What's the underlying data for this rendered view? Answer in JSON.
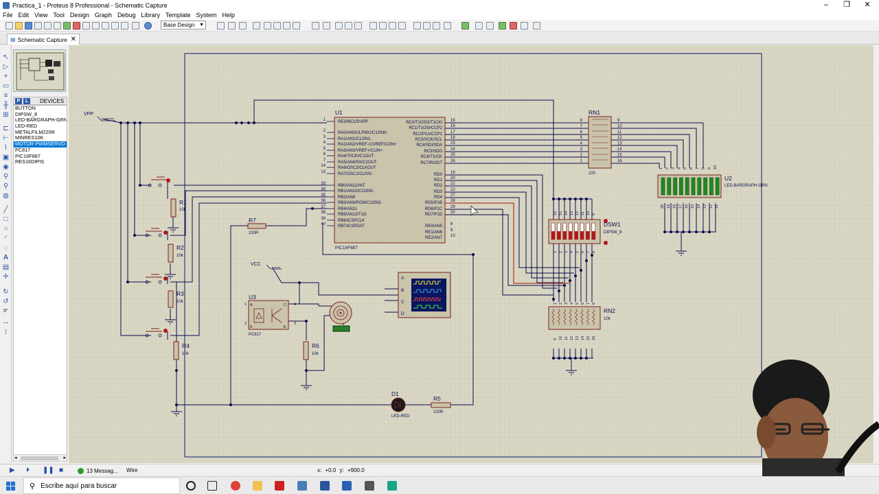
{
  "window": {
    "title": "Practica_1 - Proteus 8 Professional - Schematic Capture"
  },
  "menu": [
    "File",
    "Edit",
    "View",
    "Tool",
    "Design",
    "Graph",
    "Debug",
    "Library",
    "Template",
    "System",
    "Help"
  ],
  "toolbar": {
    "design_select": "Base Design"
  },
  "tab": {
    "label": "Schematic Capture",
    "close": "✕"
  },
  "devices": {
    "header": "DEVICES",
    "pick_label": "P",
    "lib_label": "L",
    "items": [
      "BUTTON",
      "DIPSW_8",
      "LED-BARGRAPH-GRN",
      "LED-RED",
      "METALFILM220R",
      "MINRES10K",
      "MOTOR-PWMSERVO",
      "PC817",
      "PIC16F887",
      "RES16DIPIS"
    ],
    "selected": "MOTOR-PWMSERVO"
  },
  "left_tools": {
    "rotation": "0°"
  },
  "schematic": {
    "power_vpp": "VPP",
    "power_vcc": "VCC",
    "u1": {
      "ref": "U1",
      "part": "PIC16F887",
      "left_pins": [
        {
          "num": "1",
          "name": "RE3/MCLR/VPP"
        },
        {
          "num": "2",
          "name": "RA0/AN0/ULPWU/C12IN0-"
        },
        {
          "num": "3",
          "name": "RA1/AN1/C12IN1-"
        },
        {
          "num": "4",
          "name": "RA2/AN2/VREF-/CVREF/C2IN+"
        },
        {
          "num": "5",
          "name": "RA3/AN3/VREF+/C1IN+"
        },
        {
          "num": "6",
          "name": "RA4/T0CKI/C1OUT"
        },
        {
          "num": "7",
          "name": "RA5/AN4/SS/C2OUT"
        },
        {
          "num": "14",
          "name": "RA6/OSC2/CLKOUT"
        },
        {
          "num": "13",
          "name": "RA7/OSC1/CLKIN"
        },
        {
          "num": "33",
          "name": "RB0/AN12/INT"
        },
        {
          "num": "34",
          "name": "RB1/AN10/C12IN3-"
        },
        {
          "num": "35",
          "name": "RB2/AN8"
        },
        {
          "num": "36",
          "name": "RB3/AN9/PGM/C12IN2-"
        },
        {
          "num": "37",
          "name": "RB4/AN11"
        },
        {
          "num": "38",
          "name": "RB5/AN13/T1G"
        },
        {
          "num": "39",
          "name": "RB6/ICSPCLK"
        },
        {
          "num": "40",
          "name": "RB7/ICSPDAT"
        }
      ],
      "right_pins": [
        {
          "num": "15",
          "name": "RC0/T1OSO/T1CKI"
        },
        {
          "num": "16",
          "name": "RC1/T1OSI/CCP2"
        },
        {
          "num": "17",
          "name": "RC2/P1A/CCP1"
        },
        {
          "num": "18",
          "name": "RC3/SCK/SCL"
        },
        {
          "num": "23",
          "name": "RC4/SDI/SDA"
        },
        {
          "num": "24",
          "name": "RC5/SDO"
        },
        {
          "num": "25",
          "name": "RC6/TX/CK"
        },
        {
          "num": "26",
          "name": "RC7/RX/DT"
        },
        {
          "num": "19",
          "name": "RD0"
        },
        {
          "num": "20",
          "name": "RD1"
        },
        {
          "num": "21",
          "name": "RD2"
        },
        {
          "num": "22",
          "name": "RD3"
        },
        {
          "num": "27",
          "name": "RD4"
        },
        {
          "num": "28",
          "name": "RD5/P1B"
        },
        {
          "num": "29",
          "name": "RD6/P1C"
        },
        {
          "num": "30",
          "name": "RD7/P1D"
        },
        {
          "num": "8",
          "name": "RE0/AN5"
        },
        {
          "num": "9",
          "name": "RE1/AN6"
        },
        {
          "num": "10",
          "name": "RE2/AN7"
        }
      ]
    },
    "rn1": {
      "ref": "RN1",
      "value": "220",
      "left_nums": [
        "8",
        "7",
        "6",
        "5",
        "4",
        "3",
        "2",
        "1"
      ],
      "right_nums": [
        "9",
        "10",
        "11",
        "12",
        "13",
        "14",
        "15",
        "16"
      ]
    },
    "u2": {
      "ref": "U2",
      "part": "LED-BARGRAPH-GRN",
      "top_nums": [
        "1",
        "2",
        "3",
        "4",
        "5",
        "6",
        "7",
        "8",
        "9",
        "10"
      ],
      "bottom_nums": [
        "20",
        "19",
        "18",
        "17",
        "16",
        "15",
        "14",
        "13",
        "12",
        "11"
      ]
    },
    "dsw1": {
      "ref": "DSW1",
      "part": "DIPSW_8",
      "top_nums": [
        "16",
        "15",
        "14",
        "13",
        "12",
        "11",
        "10",
        "9"
      ],
      "bottom_nums": [
        "1",
        "2",
        "3",
        "4",
        "5",
        "6",
        "7",
        "8"
      ]
    },
    "rn2": {
      "ref": "RN2",
      "value": "10k",
      "top_nums": [
        "1",
        "2",
        "3",
        "4",
        "5",
        "6",
        "7",
        "8"
      ],
      "bottom_nums": [
        "9",
        "10",
        "11",
        "12",
        "13",
        "14",
        "15",
        "16"
      ]
    },
    "resistors": [
      {
        "ref": "R1",
        "value": "10k"
      },
      {
        "ref": "R2",
        "value": "10k"
      },
      {
        "ref": "R3",
        "value": "10k"
      },
      {
        "ref": "R4",
        "value": "10k"
      },
      {
        "ref": "R5",
        "value": "220R"
      },
      {
        "ref": "R6",
        "value": "10k"
      },
      {
        "ref": "R7",
        "value": "220R"
      }
    ],
    "u3": {
      "ref": "U3",
      "part": "PC817",
      "pins": [
        "1",
        "2",
        "3",
        "4"
      ],
      "pin_letters": [
        "A",
        "K",
        "E",
        "C"
      ]
    },
    "d1": {
      "ref": "D1",
      "part": "LED-RED"
    },
    "scope_channels": [
      "A",
      "B",
      "C",
      "D"
    ]
  },
  "status": {
    "messages": "13 Messag...",
    "mode": "Wire",
    "x_label": "x:",
    "x_value": "+0.0",
    "y_label": "y:",
    "y_value": "+900.0"
  },
  "taskbar": {
    "search_placeholder": "Escribe aquí para buscar"
  }
}
